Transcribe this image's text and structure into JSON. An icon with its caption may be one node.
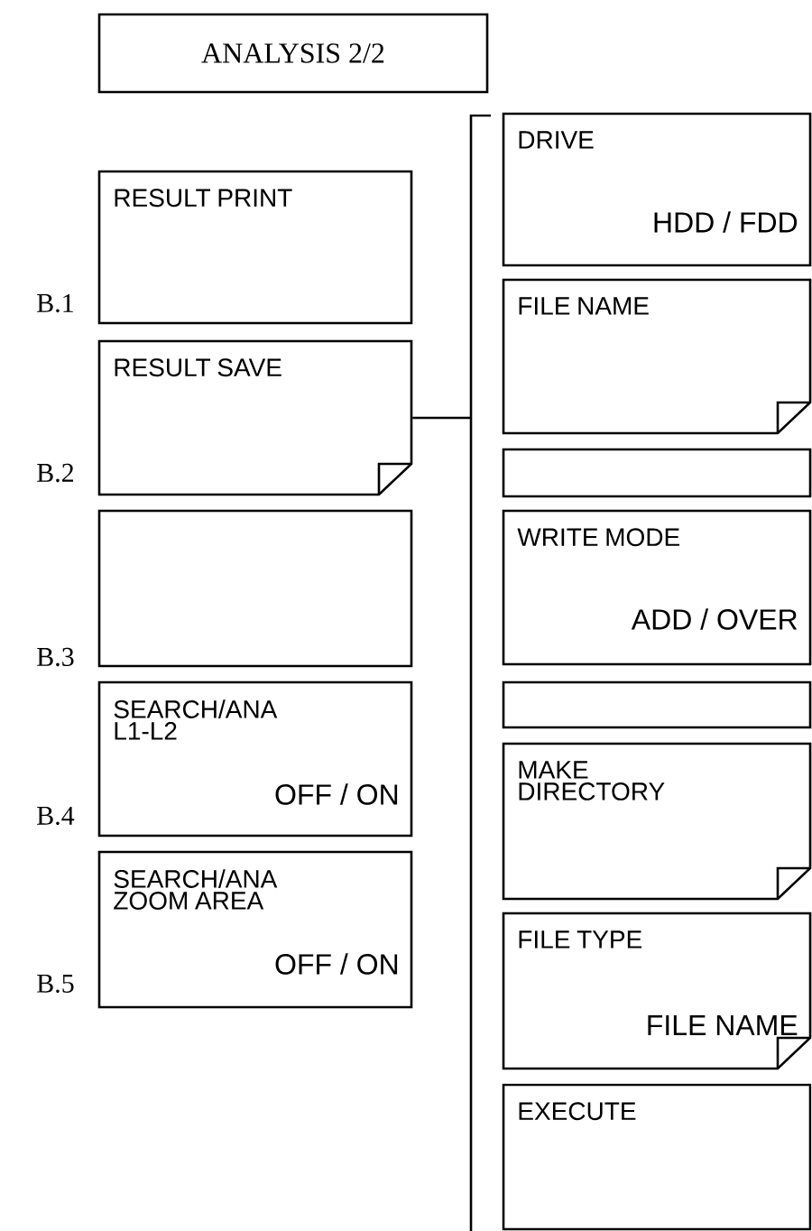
{
  "diagram": {
    "nodes": [
      {
        "text": [
          "ANALYSIS 2/2"
        ]
      },
      {
        "text": [
          "RESULT PRINT"
        ]
      },
      {
        "text": [
          "RESULT SAVE"
        ]
      },
      {
        "text": [],
        "shape": "box"
      },
      {
        "text": [
          "SEARCH/ANA L1-L2",
          "OFF / ON"
        ]
      },
      {
        "text": [
          "SEARCH/ANA ZOOM AREA",
          "OFF / ON"
        ]
      },
      {
        "text": [],
        "shape": "bar"
      },
      {
        "text": [
          "DRIVE",
          "HDD / FDD"
        ]
      },
      {
        "text": [
          "FILE NAME"
        ]
      },
      {
        "text": [],
        "shape": "box"
      },
      {
        "text": [
          "WRITE MODE",
          "ADD / OVER"
        ]
      },
      {
        "text": [],
        "shape": "box"
      },
      {
        "text": [
          "MAKE DIRECTORY"
        ]
      },
      {
        "text": [
          "FILE TYPE",
          "FILE NAME"
        ]
      },
      {
        "text": [
          "EXECUTE"
        ]
      }
    ],
    "edges": [
      {
        "from": 2,
        "to": 6,
        "arrow": "none"
      }
    ],
    "labels": [
      "B.1",
      "B.2",
      "B.3",
      "B.4",
      "B.5"
    ]
  }
}
